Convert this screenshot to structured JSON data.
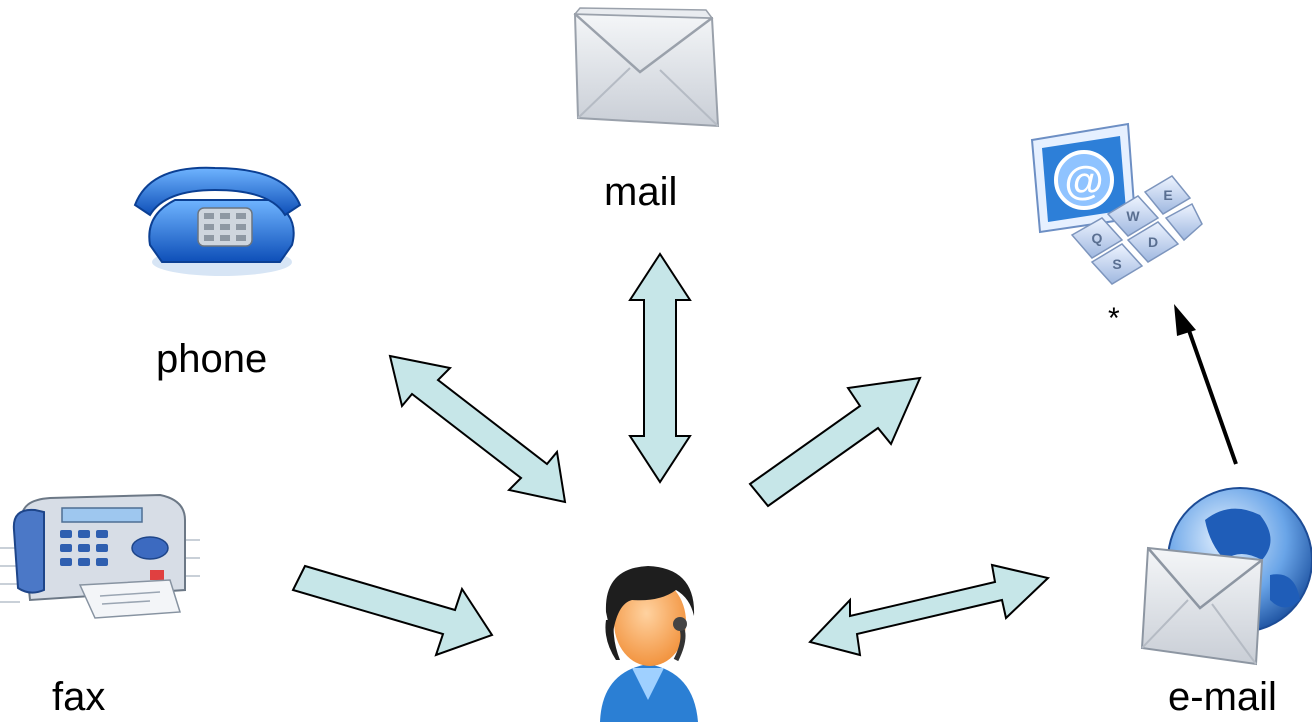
{
  "labels": {
    "mail": "mail",
    "phone": "phone",
    "fax": "fax",
    "email": "e-mail",
    "web_note": "*"
  },
  "icons": {
    "mail": "envelope-icon",
    "phone": "telephone-icon",
    "fax": "fax-machine-icon",
    "web": "monitor-at-keyboard-icon",
    "email": "globe-envelope-icon",
    "agent": "call-center-agent-icon"
  },
  "colors": {
    "arrow_fill": "#c6e6e8",
    "arrow_stroke": "#000000",
    "icon_blue": "#2a6fc9",
    "envelope_gray": "#d9dde3",
    "skin": "#f6a65a"
  }
}
